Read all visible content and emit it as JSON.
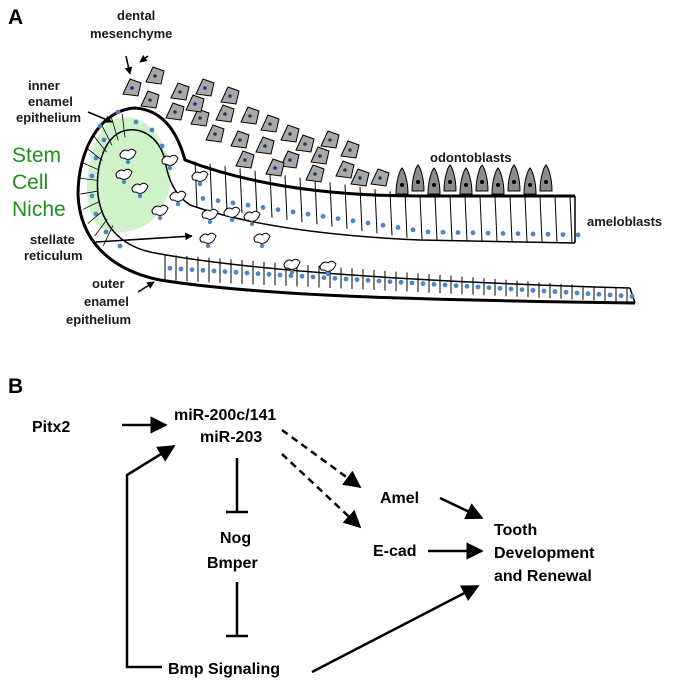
{
  "panel_a": {
    "panel_letter": "A",
    "labels": {
      "dental_mesenchyme": [
        "dental",
        "mesenchyme"
      ],
      "inner_enamel_epithelium": [
        "inner",
        "enamel",
        "epithelium"
      ],
      "stem_cell_niche": [
        "Stem",
        "Cell",
        "Niche"
      ],
      "stellate_reticulum": [
        "stellate",
        "reticulum"
      ],
      "outer_enamel_epithelium": [
        "outer",
        "enamel",
        "epithelium"
      ],
      "odontoblasts": "odontoblasts",
      "ameloblasts": "ameloblasts"
    },
    "colors": {
      "niche_fill": "#c8f0c0",
      "niche_text": "#1e8f1e",
      "nucleus": "#4a86c8",
      "mesenchyme_cell": "#a8a8a8",
      "odontoblast_cell": "#8c8c8c"
    }
  },
  "panel_b": {
    "panel_letter": "B",
    "nodes": {
      "pitx2": "Pitx2",
      "mir_line1": "miR-200c/141",
      "mir_line2": "miR-203",
      "nog": "Nog",
      "bmper": "Bmper",
      "amel": "Amel",
      "ecad": "E-cad",
      "outcome": [
        "Tooth",
        "Development",
        "and Renewal"
      ],
      "bmp": "Bmp Signaling"
    }
  }
}
